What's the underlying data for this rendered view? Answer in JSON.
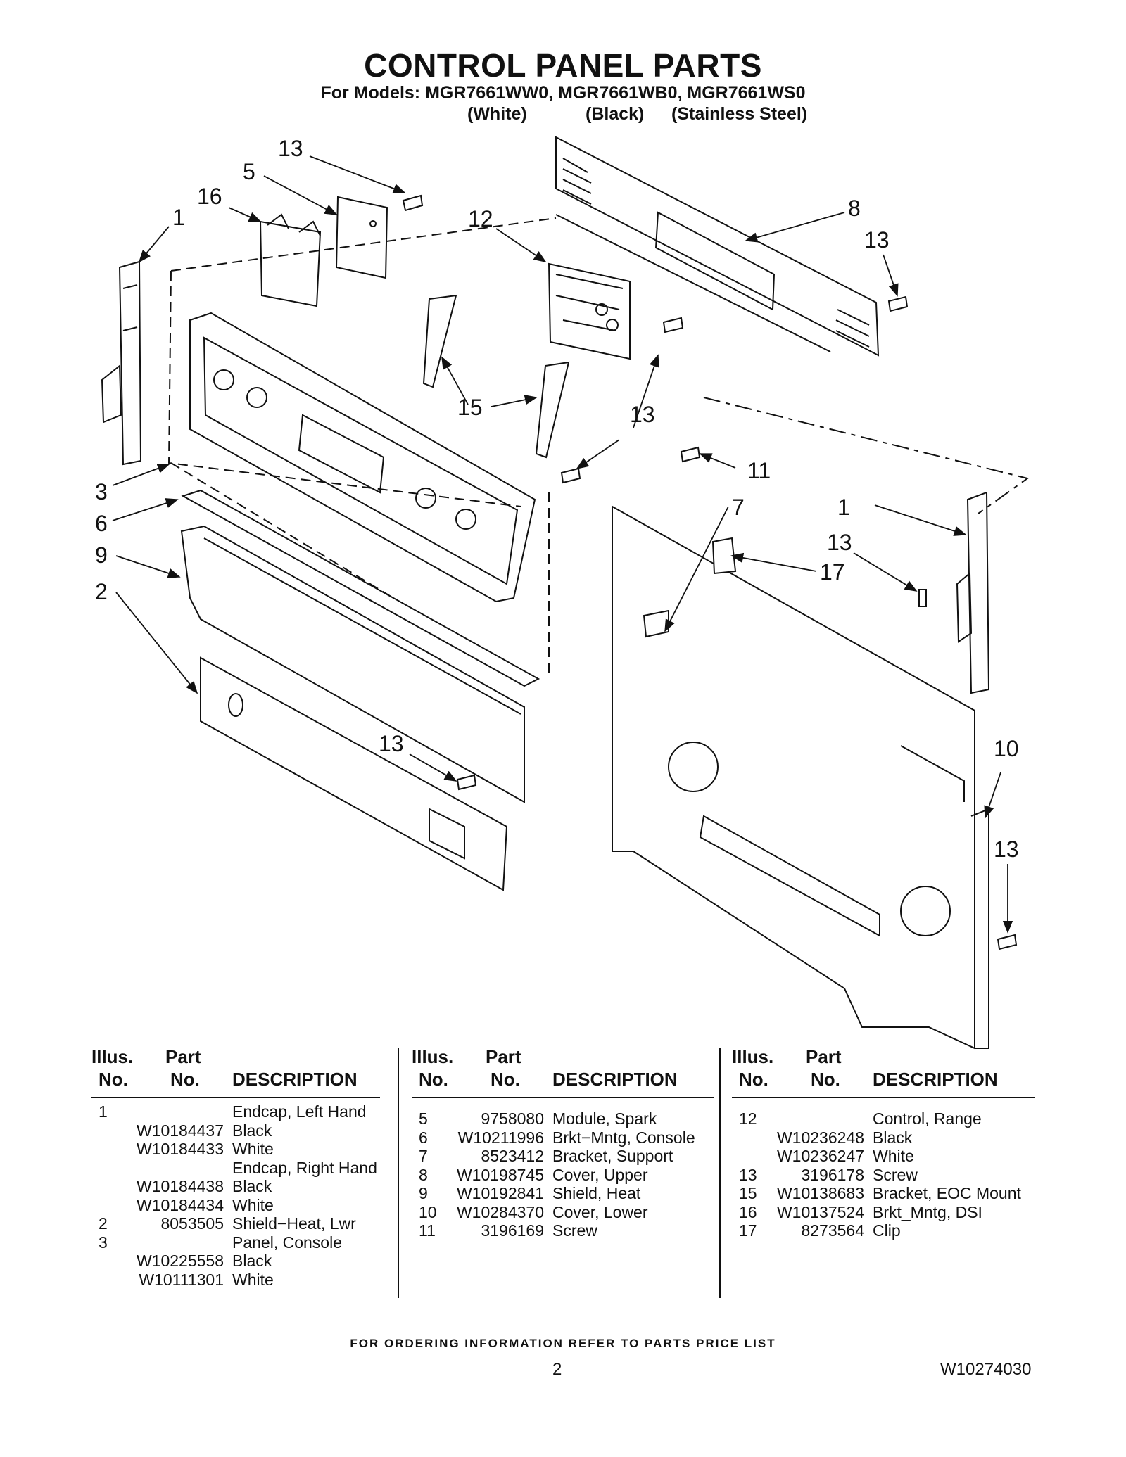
{
  "header": {
    "title": "CONTROL PANEL PARTS",
    "models": "For Models: MGR7661WW0, MGR7661WB0, MGR7661WS0",
    "finishes": [
      "(White)",
      "(Black)",
      "(Stainless Steel)"
    ]
  },
  "diagram": {
    "callouts": [
      "13",
      "5",
      "16",
      "1",
      "12",
      "8",
      "13",
      "15",
      "13",
      "11",
      "3",
      "7",
      "6",
      "1",
      "13",
      "17",
      "9",
      "2",
      "13",
      "10",
      "13"
    ]
  },
  "table_headers": {
    "illus": "Illus.",
    "no": "No.",
    "part": "Part",
    "description": "DESCRIPTION"
  },
  "parts": {
    "col1": [
      {
        "illus": "1",
        "part": "",
        "desc": "Endcap, Left Hand"
      },
      {
        "illus": "",
        "part": "W10184437",
        "desc": "Black"
      },
      {
        "illus": "",
        "part": "W10184433",
        "desc": "White"
      },
      {
        "illus": "",
        "part": "",
        "desc": "Endcap, Right Hand"
      },
      {
        "illus": "",
        "part": "W10184438",
        "desc": "Black"
      },
      {
        "illus": "",
        "part": "W10184434",
        "desc": "White"
      },
      {
        "illus": "2",
        "part": "8053505",
        "desc": "Shield−Heat, Lwr"
      },
      {
        "illus": "3",
        "part": "",
        "desc": "Panel, Console"
      },
      {
        "illus": "",
        "part": "W10225558",
        "desc": "Black"
      },
      {
        "illus": "",
        "part": "W10111301",
        "desc": "White"
      }
    ],
    "col2": [
      {
        "illus": "5",
        "part": "9758080",
        "desc": "Module, Spark"
      },
      {
        "illus": "6",
        "part": "W10211996",
        "desc": "Brkt−Mntg, Console"
      },
      {
        "illus": "7",
        "part": "8523412",
        "desc": "Bracket, Support"
      },
      {
        "illus": "8",
        "part": "W10198745",
        "desc": "Cover, Upper"
      },
      {
        "illus": "9",
        "part": "W10192841",
        "desc": "Shield, Heat"
      },
      {
        "illus": "10",
        "part": "W10284370",
        "desc": "Cover, Lower"
      },
      {
        "illus": "11",
        "part": "3196169",
        "desc": "Screw"
      }
    ],
    "col3": [
      {
        "illus": "12",
        "part": "",
        "desc": "Control, Range"
      },
      {
        "illus": "",
        "part": "W10236248",
        "desc": "Black"
      },
      {
        "illus": "",
        "part": "W10236247",
        "desc": "White"
      },
      {
        "illus": "13",
        "part": "3196178",
        "desc": "Screw"
      },
      {
        "illus": "15",
        "part": "W10138683",
        "desc": "Bracket, EOC Mount"
      },
      {
        "illus": "16",
        "part": "W10137524",
        "desc": "Brkt_Mntg, DSI"
      },
      {
        "illus": "17",
        "part": "8273564",
        "desc": "Clip"
      }
    ]
  },
  "footer": {
    "ordering": "FOR ORDERING INFORMATION REFER TO PARTS PRICE LIST",
    "page": "2",
    "doc_number": "W10274030"
  }
}
